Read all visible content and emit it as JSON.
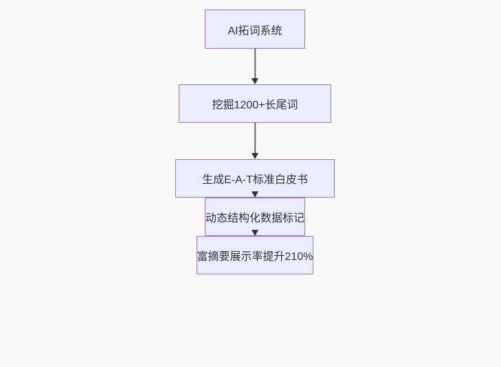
{
  "colors": {
    "background": "#f8f8f8",
    "node_fill": "#ECECFF",
    "node_border": "#9370DB",
    "node_text": "#333333",
    "arrow": "#333333"
  },
  "diagram": {
    "type": "flowchart",
    "direction": "top-down",
    "nodes": [
      {
        "label": "AI拓词系统"
      },
      {
        "label": "挖掘1200+长尾词"
      },
      {
        "label": "生成E-A-T标准白皮书"
      },
      {
        "label": "动态结构化数据标记"
      },
      {
        "label": "富摘要展示率提升210%"
      }
    ],
    "edges": [
      {
        "from": 0,
        "to": 1
      },
      {
        "from": 1,
        "to": 2
      },
      {
        "from": 2,
        "to": 3
      },
      {
        "from": 3,
        "to": 4
      }
    ]
  }
}
